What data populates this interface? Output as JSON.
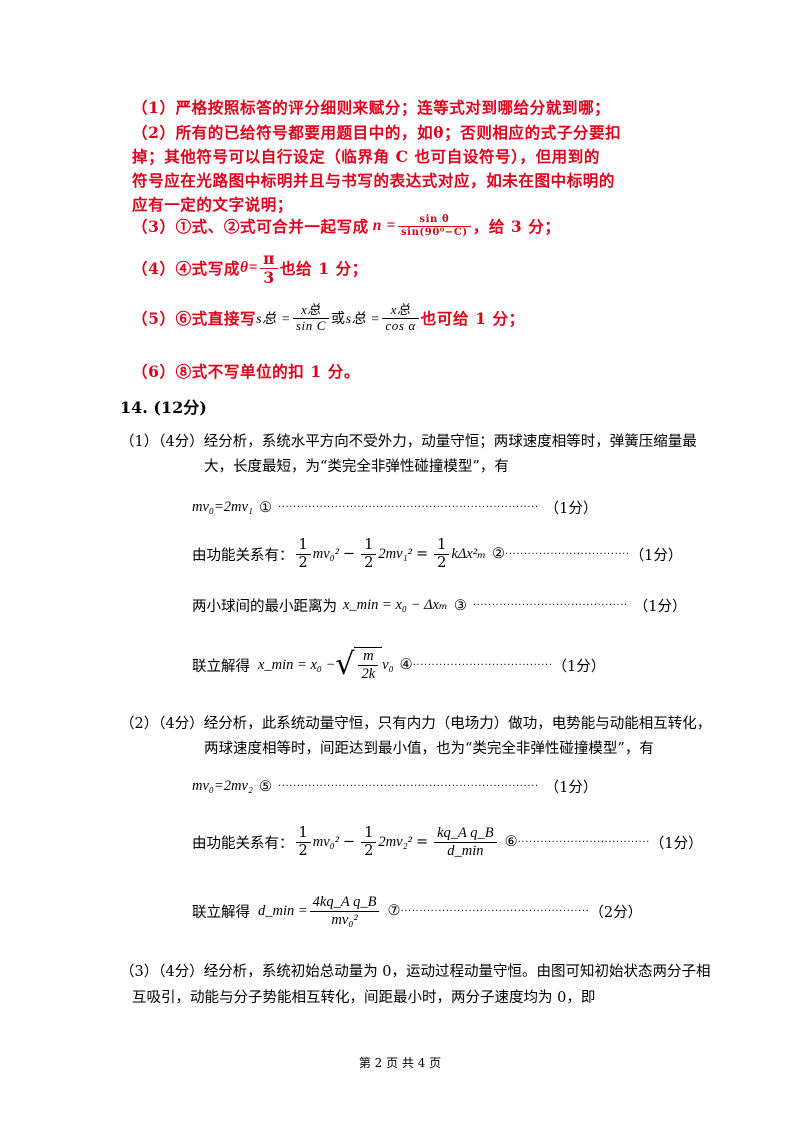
{
  "red_notes": {
    "n1": "（1）严格按照标答的评分细则来赋分；连等式对到哪给分就到哪；",
    "n2_line1": "（2）所有的已给符号都要用题目中的，如θ；否则相应的式子分要扣",
    "n2_line2": "掉；其他符号可以自行设定（临界角 C 也可自设符号），但用到的",
    "n2_line3": "符号应在光路图中标明并且与书写的表达式对应，如未在图中标明的",
    "n2_line4": "应有一定的文字说明；",
    "n3_prefix": "（3）①式、②式可合并一起写成",
    "n3_lhs": "n =",
    "n3_num": "sin θ",
    "n3_den": "sin(90⁰−C)",
    "n3_suffix": "，给 3 分；",
    "n4_prefix": "（4）④式写成",
    "n4_var": "θ=",
    "n4_num": "π",
    "n4_den": "3",
    "n4_suffix": "也给 1 分；",
    "n5_prefix": "（5）⑥式直接写",
    "n5_s1": "s总 =",
    "n5_num1": "x总",
    "n5_den1": "sin C",
    "n5_or": "或",
    "n5_s2": "s总 =",
    "n5_num2": "x总",
    "n5_den2": "cos α",
    "n5_suffix": "也可给 1 分；",
    "n6": "（6）⑧式不写单位的扣 1 分。"
  },
  "q14_title": "14. (12分)",
  "p1": {
    "line1": "（1）（4分）经分析，系统水平方向不受外力，动量守恒；两球速度相等时，弹簧压缩量最",
    "line2": "大，长度最短，为“类完全非弹性碰撞模型”，有",
    "eq1": "mv₀=2mv₁",
    "eq1_mark": "①",
    "eq1_dots": "·····································································",
    "eq1_score": "（1分）",
    "eq2_prefix": "由功能关系有：",
    "eq2_t1": "mv₀²",
    "eq2_minus": "−",
    "eq2_t2": "2mv₁²",
    "eq2_eq": "=",
    "eq2_t3": "kΔx²ₘ",
    "eq2_mark": "②",
    "eq2_dots": "·································",
    "eq2_score": "（1分）",
    "half": "1",
    "two": "2",
    "eq3_prefix": "两小球间的最小距离为",
    "eq3": "x_min = x₀ − Δxₘ",
    "eq3_mark": "③",
    "eq3_dots": "·········································",
    "eq3_score": "（1分）",
    "eq4_prefix": "联立解得",
    "eq4_lhs": "x_min = x₀ −",
    "eq4_num": "m",
    "eq4_den": "2k",
    "eq4_v": "v₀",
    "eq4_mark": "④",
    "eq4_dots": "·····································",
    "eq4_score": "（1分）"
  },
  "p2": {
    "line1": "（2）（4分）经分析，此系统动量守恒，只有内力（电场力）做功，电势能与动能相互转化，",
    "line2": "两球速度相等时，间距达到最小值，也为“类完全非弹性碰撞模型”，有",
    "eq5": "mv₀=2mv₂",
    "eq5_mark": "⑤",
    "eq5_dots": "·····································································",
    "eq5_score": "（1分）",
    "eq6_prefix": "由功能关系有：",
    "eq6_t1": "mv₀²",
    "eq6_minus": "−",
    "eq6_t2": "2mv₂²",
    "eq6_eq": "=",
    "eq6_num": "kq_A q_B",
    "eq6_den": "d_min",
    "eq6_mark": "⑥",
    "eq6_dots": "···································",
    "eq6_score": "（1分）",
    "eq7_prefix": "联立解得",
    "eq7_lhs": "d_min =",
    "eq7_num": "4kq_A q_B",
    "eq7_den": "mv₀²",
    "eq7_mark": "⑦",
    "eq7_dots": "··················································",
    "eq7_score": "（2分）"
  },
  "p3": {
    "line1": "（3）（4分）经分析，系统初始总动量为 0，运动过程动量守恒。由图可知初始状态两分子相",
    "line2": "互吸引，动能与分子势能相互转化，间距最小时，两分子速度均为 0，即"
  },
  "footer": "第 2 页 共 4 页"
}
